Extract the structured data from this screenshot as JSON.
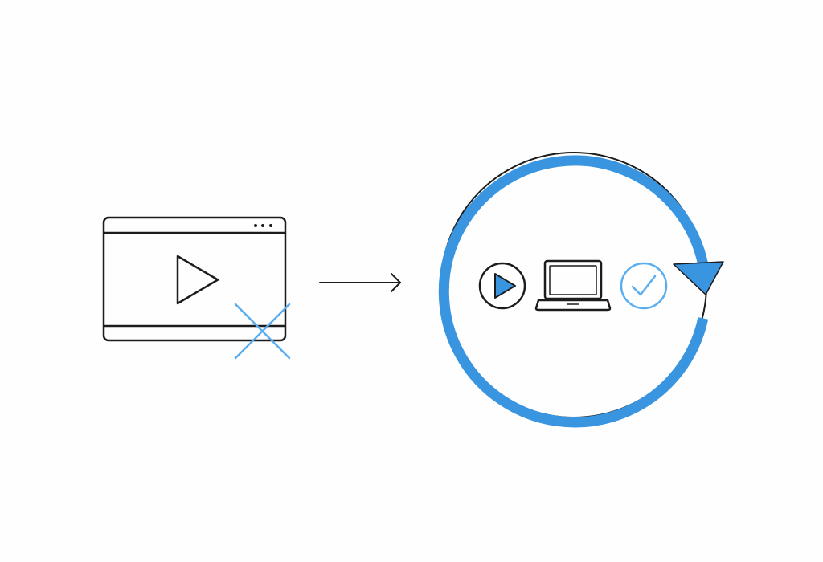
{
  "diagram": {
    "nodes": [
      {
        "id": "broken-video",
        "kind": "video-player-window",
        "icons": [
          "window-dots-icon",
          "play-icon",
          "error-x-icon"
        ],
        "state": "failed"
      },
      {
        "id": "recovery-cycle",
        "kind": "circular-refresh-loop",
        "icons": [
          "play-circle-icon",
          "laptop-icon",
          "check-circle-icon"
        ],
        "state": "restored"
      }
    ],
    "edges": [
      {
        "from": "broken-video",
        "to": "recovery-cycle",
        "icon": "arrow-right-icon"
      }
    ]
  },
  "colors": {
    "stroke": "#1c1c1c",
    "accent": "#3a95e0",
    "accent_light": "#5aaef0",
    "background": "#fefefe"
  }
}
